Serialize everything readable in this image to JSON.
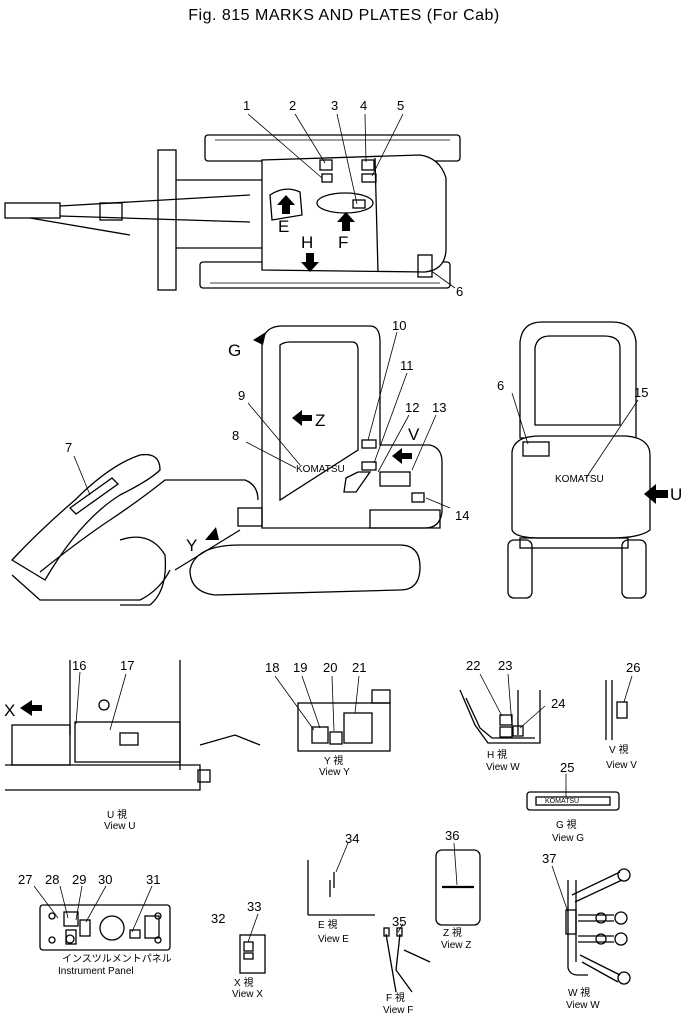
{
  "figure": {
    "title": "Fig. 815  MARKS AND PLATES (For Cab)"
  },
  "callouts": {
    "c1": "1",
    "c2": "2",
    "c3": "3",
    "c4": "4",
    "c5": "5",
    "c6": "6",
    "c7": "7",
    "c8": "8",
    "c9": "9",
    "c10": "10",
    "c11": "11",
    "c12": "12",
    "c13": "13",
    "c14": "14",
    "c15": "15",
    "c16": "16",
    "c17": "17",
    "c18": "18",
    "c19": "19",
    "c20": "20",
    "c21": "21",
    "c22": "22",
    "c23": "23",
    "c24": "24",
    "c25": "25",
    "c26": "26",
    "c27": "27",
    "c28": "28",
    "c29": "29",
    "c30": "30",
    "c31": "31",
    "c32": "32",
    "c33": "33",
    "c34": "34",
    "c35": "35",
    "c36": "36",
    "c37": "37"
  },
  "view_labels": {
    "e": "E",
    "f": "F",
    "h": "H",
    "g": "G",
    "z": "Z",
    "v": "V",
    "y": "Y",
    "u": "U",
    "x": "X"
  },
  "plates": {
    "brand": "KOMATSU"
  },
  "captions": {
    "u_jp": "U  視",
    "u": "View  U",
    "y_jp": "Y  視",
    "y": "View  Y",
    "hw_jp": "H  視",
    "hw": "View  W",
    "v_jp": "V  視",
    "v": "View  V",
    "g_jp": "G  視",
    "g": "View  G",
    "e_jp": "E  視",
    "e": "View  E",
    "z_jp": "Z  視",
    "z": "View  Z",
    "w_jp": "W  視",
    "w": "View  W",
    "x_jp": "X  視",
    "x": "View  X",
    "f_jp": "F  視",
    "f": "View  F",
    "panel_jp": "インスツルメントパネル",
    "panel": "Instrument Panel"
  }
}
